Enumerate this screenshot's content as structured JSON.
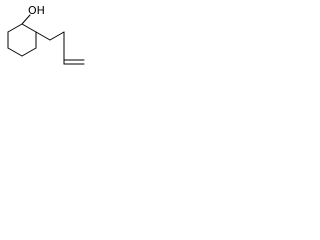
{
  "molecule": {
    "atom_labels": {
      "hydroxyl": "OH"
    },
    "bonds": [
      {
        "id": "ring-1",
        "order": 1
      },
      {
        "id": "ring-2",
        "order": 1
      },
      {
        "id": "ring-3",
        "order": 1
      },
      {
        "id": "ring-4",
        "order": 1
      },
      {
        "id": "ring-5",
        "order": 1
      },
      {
        "id": "ring-6",
        "order": 1
      },
      {
        "id": "c1-oh",
        "order": 1
      },
      {
        "id": "c2-ch2",
        "order": 1
      },
      {
        "id": "ch2-c",
        "order": 1
      },
      {
        "id": "c-methyl",
        "order": 1
      },
      {
        "id": "c-ch2-terminal",
        "order": 2
      }
    ],
    "colors": {
      "line": "#000000",
      "background": "#ffffff"
    }
  }
}
